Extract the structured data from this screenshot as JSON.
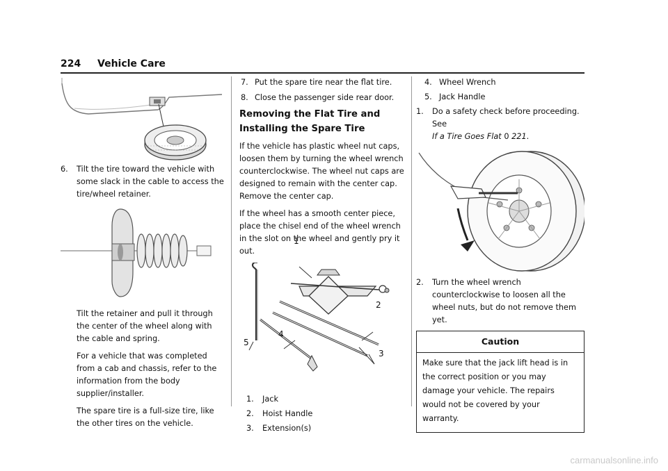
{
  "header": {
    "page_number": "224",
    "section_title": "Vehicle Care"
  },
  "col1": {
    "step6_number": "6.",
    "step6_text": "Tilt the tire toward the vehicle with some slack in the cable to access the tire/wheel retainer.",
    "para1": "Tilt the retainer and pull it through the center of the wheel along with the cable and spring.",
    "para2": "For a vehicle that was completed from a cab and chassis, refer to the information from the body supplier/installer.",
    "para3": "The spare tire is a full-size tire, like the other tires on the vehicle."
  },
  "col2": {
    "step7_number": "7.",
    "step7_text": "Put the spare tire near the flat tire.",
    "step8_number": "8.",
    "step8_text": "Close the passenger side rear door.",
    "heading": "Removing the Flat Tire and Installing the Spare Tire",
    "para1": "If the vehicle has plastic wheel nut caps, loosen them by turning the wheel wrench counterclockwise. The wheel nut caps are designed to remain with the center cap. Remove the center cap.",
    "para2": "If the wheel has a smooth center piece, place the chisel end of the wheel wrench in the slot on the wheel and gently pry it out.",
    "figure_callouts": [
      "1",
      "2",
      "3",
      "4",
      "5"
    ],
    "list": [
      {
        "num": "1.",
        "label": "Jack"
      },
      {
        "num": "2.",
        "label": "Hoist Handle"
      },
      {
        "num": "3.",
        "label": "Extension(s)"
      }
    ]
  },
  "col3": {
    "list": [
      {
        "num": "4.",
        "label": "Wheel Wrench"
      },
      {
        "num": "5.",
        "label": "Jack Handle"
      }
    ],
    "step1_number": "1.",
    "step1_text": "Do a safety check before proceeding. See",
    "step1_ref": "If a Tire Goes Flat",
    "step1_ref_symbol": "0",
    "step1_ref_page": "221",
    "step1_end": ".",
    "step2_number": "2.",
    "step2_text": "Turn the wheel wrench counterclockwise to loosen all the wheel nuts, but do not remove them yet.",
    "caution_title": "Caution",
    "caution_text": "Make sure that the jack lift head is in the correct position or you may damage your vehicle. The repairs would not be covered by your warranty."
  },
  "watermark": "carmanualsonline.info"
}
